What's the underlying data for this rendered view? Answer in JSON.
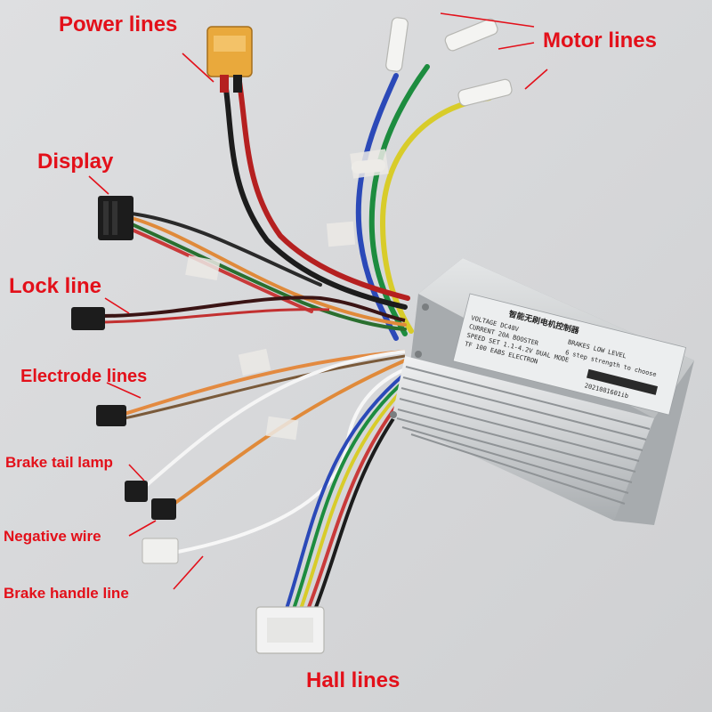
{
  "labels": {
    "power": "Power lines",
    "motor": "Motor lines",
    "display": "Display",
    "lock": "Lock line",
    "electrode": "Electrode lines",
    "brake_tail": "Brake tail lamp",
    "negative": "Negative wire",
    "brake_handle": "Brake handle line",
    "hall": "Hall lines"
  },
  "sticker": {
    "title": "智能无刷电机控制器",
    "line1": "VOLTAGE   DC48V",
    "line2": "CURRENT   20A BOOSTER",
    "line3": "SPEED SET 1.1-4.2V DUAL MODE",
    "line4": "TF 100 EABS ELECTRON",
    "side1": "BRAKES LOW LEVEL",
    "side2": "6 step strength to choose",
    "serial": "2021081601ib"
  },
  "colors": {
    "label": "#e3101a",
    "background": "#d9dadc",
    "housing": "#c9cccd",
    "connector_black": "#1c1c1c",
    "connector_white": "#f2f2f2",
    "xt60_yellow": "#e9a93c"
  }
}
